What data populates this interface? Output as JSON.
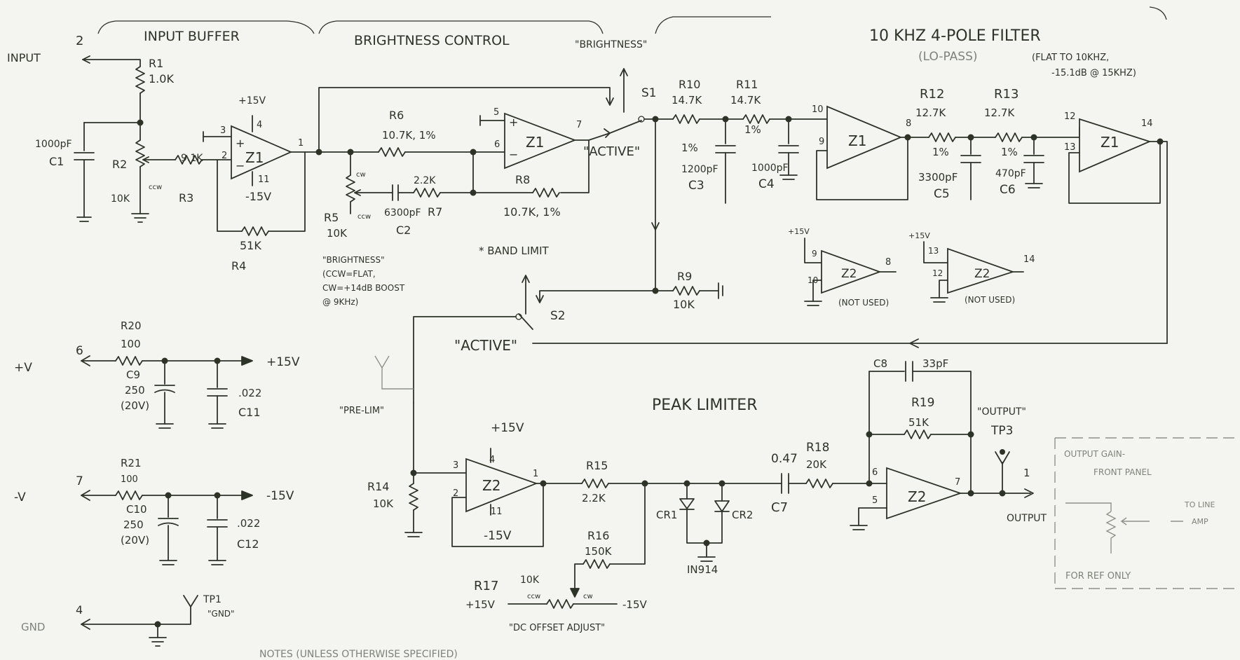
{
  "sections": {
    "input_buffer": "INPUT BUFFER",
    "brightness_control": "BRIGHTNESS CONTROL",
    "brightness_quote": "\"BRIGHTNESS\"",
    "filter_title": "10 KHZ 4-POLE FILTER",
    "filter_sub": "(LO-PASS)",
    "filter_note1": "(FLAT TO 10KHZ,",
    "filter_note2": "-15.1dB @ 15KHZ)",
    "peak_limiter": "PEAK LIMITER",
    "band_limit": "* BAND LIMIT",
    "notes_header": "NOTES (UNLESS OTHERWISE SPECIFIED)"
  },
  "ports": {
    "input": "INPUT",
    "input_num": "2",
    "pos_v": "+V",
    "pos_v_num": "6",
    "neg_v": "-V",
    "neg_v_num": "7",
    "gnd": "GND",
    "gnd_num": "4",
    "output": "OUTPUT",
    "output_num": "1"
  },
  "rails": {
    "p15": "+15V",
    "m15": "-15V",
    "p15v": "+15V",
    "m15v": "-15V"
  },
  "resistors": {
    "r1": "R1",
    "r1_val": "1.0K",
    "r2": "R2",
    "r2_val": "10K",
    "r3": "R3",
    "r3_val": "9.1K",
    "r4": "R4",
    "r4_val": "51K",
    "r5": "R5",
    "r5_val": "10K",
    "r6": "R6",
    "r6_val": "10.7K, 1%",
    "r7": "R7",
    "r7_val": "2.2K",
    "r8": "R8",
    "r8_val": "10.7K, 1%",
    "r9": "R9",
    "r9_val": "10K",
    "r10": "R10",
    "r10_val": "14.7K",
    "r10_tol": "1%",
    "r11": "R11",
    "r11_val": "14.7K",
    "r11_tol": "1%",
    "r12": "R12",
    "r12_val": "12.7K",
    "r12_tol": "1%",
    "r13": "R13",
    "r13_val": "12.7K",
    "r13_tol": "1%",
    "r14": "R14",
    "r14_val": "10K",
    "r15": "R15",
    "r15_val": "2.2K",
    "r16": "R16",
    "r16_val": "150K",
    "r17": "R17",
    "r17_val": "10K",
    "r18": "R18",
    "r18_val": "20K",
    "r19": "R19",
    "r19_val": "51K",
    "r20": "R20",
    "r20_val": "100",
    "r21": "R21",
    "r21_val": "100"
  },
  "capacitors": {
    "c1": "C1",
    "c1_val": "1000pF",
    "c2": "C2",
    "c2_val": "6300pF",
    "c3": "C3",
    "c3_val": "1200pF",
    "c4": "C4",
    "c4_val": "1000pF",
    "c5": "C5",
    "c5_val": "3300pF",
    "c6": "C6",
    "c6_val": "470pF",
    "c7": "C7",
    "c7_val": "0.47",
    "c8": "C8",
    "c8_val": "33pF",
    "c9": "C9",
    "c9_val1": "250",
    "c9_val2": "(20V)",
    "c10": "C10",
    "c10_val1": "250",
    "c10_val2": "(20V)",
    "c11": "C11",
    "c11_val": ".022",
    "c12": "C12",
    "c12_val": ".022"
  },
  "opamps": {
    "z1": "Z1",
    "z2": "Z2",
    "not_used": "(NOT USED)"
  },
  "switches": {
    "s1": "S1",
    "s2": "S2",
    "active": "\"ACTIVE\""
  },
  "diodes": {
    "cr1": "CR1",
    "cr2": "CR2",
    "type": "IN914"
  },
  "testpoints": {
    "tp1": "TP1",
    "tp1_label": "\"GND\"",
    "tp2_label": "\"PRE-LIM\"",
    "tp3": "TP3",
    "tp3_label": "\"OUTPUT\""
  },
  "pots": {
    "cw": "cw",
    "ccw": "ccw",
    "brightness_note1": "\"BRIGHTNESS\"",
    "brightness_note2": "(CCW=FLAT,",
    "brightness_note3": "CW=+14dB BOOST",
    "brightness_note4": "@ 9KHz)",
    "dc_offset": "\"DC OFFSET ADJUST\""
  },
  "pins": {
    "z1a_in_p": "3",
    "z1a_in_m": "2",
    "z1a_v_p": "4",
    "z1a_v_m": "11",
    "z1a_out": "1",
    "z1b_in_p": "5",
    "z1b_in_m": "6",
    "z1b_out": "7",
    "z1c_in_p": "10",
    "z1c_in_m": "9",
    "z1c_out": "8",
    "z1d_in_p": "12",
    "z1d_in_m": "13",
    "z1d_out": "14",
    "z2a_in_p": "3",
    "z2a_in_m": "2",
    "z2a_v_p": "4",
    "z2a_v_m": "11",
    "z2a_out": "1",
    "z2b_in_m": "6",
    "z2b_in_p": "5",
    "z2b_out": "7",
    "z2c_in": "9",
    "z2c_in2": "10",
    "z2c_out": "8",
    "z2d_in": "13",
    "z2d_in2": "12",
    "z2d_out": "14"
  },
  "panel": {
    "line1": "OUTPUT GAIN-",
    "line2": "FRONT PANEL",
    "to_line": "TO LINE",
    "amp": "AMP",
    "ref_only": "FOR REF ONLY"
  }
}
